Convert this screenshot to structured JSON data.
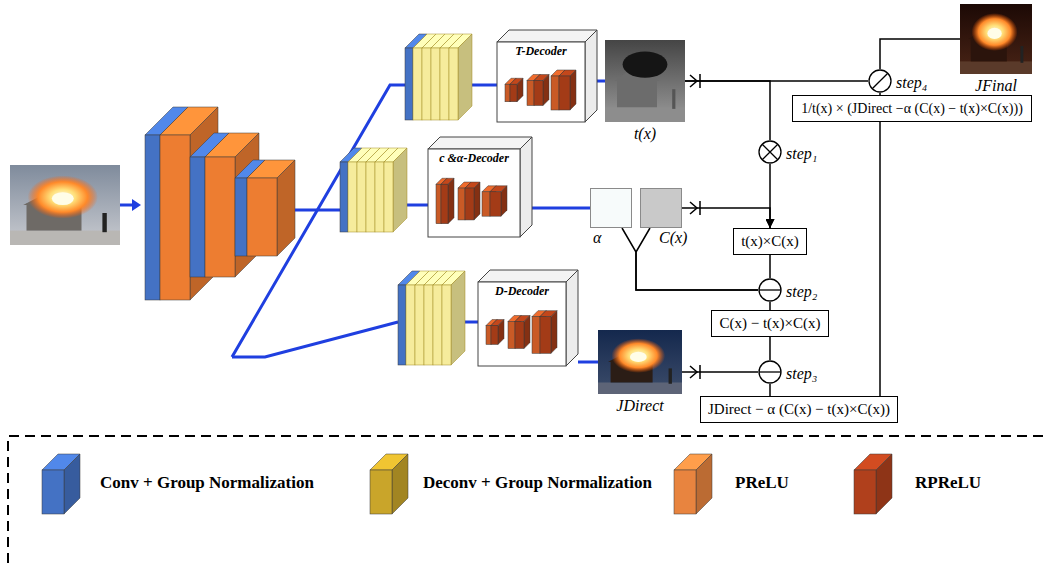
{
  "diagram": {
    "nodes": [
      {
        "text": [
          "T-Decoder"
        ]
      },
      {
        "text": [
          "t(x)"
        ]
      },
      {
        "text": [
          "c &α-Decoder"
        ]
      },
      {
        "text": [
          "α"
        ]
      },
      {
        "text": [
          "C(x)"
        ]
      },
      {
        "text": [
          "D-Decoder"
        ]
      },
      {
        "text": [
          "JDirect"
        ]
      },
      {
        "text": [
          "step₄"
        ]
      },
      {
        "text": [
          "JFinal"
        ]
      },
      {
        "text": [
          "1/t(x) × (JDirect −α (C(x) − t(x)×C(x)))"
        ]
      },
      {
        "text": [
          "step₁"
        ]
      },
      {
        "text": [
          "t(x)×C(x)"
        ]
      },
      {
        "text": [
          "step₂"
        ]
      },
      {
        "text": [
          "C(x) − t(x)×C(x)"
        ]
      },
      {
        "text": [
          "step₃"
        ]
      },
      {
        "text": [
          "JDirect − α (C(x) − t(x)×C(x))"
        ]
      }
    ],
    "edges": [
      {
        "from": 0,
        "to": 1,
        "arrow": "none"
      },
      {
        "from": 2,
        "to": 3,
        "arrow": "none"
      },
      {
        "from": 5,
        "to": 6,
        "arrow": "none"
      },
      {
        "from": 1,
        "to": 10,
        "arrow": "none"
      },
      {
        "from": 1,
        "to": 7,
        "arrow": "none"
      },
      {
        "from": 4,
        "to": 11,
        "arrow": "to"
      },
      {
        "from": 10,
        "to": 11,
        "arrow": "to"
      },
      {
        "from": 11,
        "to": 12,
        "arrow": "none"
      },
      {
        "from": 3,
        "to": 12,
        "arrow": "none"
      },
      {
        "from": 4,
        "to": 12,
        "arrow": "none"
      },
      {
        "from": 12,
        "to": 13,
        "arrow": "none"
      },
      {
        "from": 13,
        "to": 14,
        "arrow": "none"
      },
      {
        "from": 6,
        "to": 14,
        "arrow": "none"
      },
      {
        "from": 14,
        "to": 15,
        "arrow": "none"
      },
      {
        "from": 15,
        "to": 7,
        "arrow": "none"
      },
      {
        "from": 7,
        "to": 8,
        "arrow": "none"
      }
    ],
    "legend": [
      {
        "text": "Conv + Group Normalization",
        "color": "#4472c4"
      },
      {
        "text": "Deconv + Group Normalization",
        "color": "#c9a52a"
      },
      {
        "text": "PReLU",
        "color": "#e8843f"
      },
      {
        "text": "RPReLU",
        "color": "#b0401c"
      }
    ]
  }
}
